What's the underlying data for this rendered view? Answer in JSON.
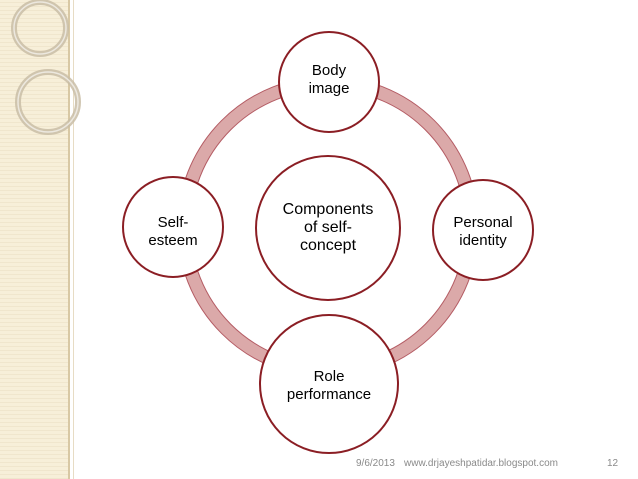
{
  "slide": {
    "background": "#ffffff",
    "sidebar_color": "#f7efd9"
  },
  "diagram": {
    "center": {
      "lines": [
        "Components",
        "of self-",
        "concept"
      ]
    },
    "nodes": {
      "top": {
        "lines": [
          "Body",
          "image"
        ]
      },
      "right": {
        "lines": [
          "Personal",
          "identity"
        ]
      },
      "bottom": {
        "lines": [
          "Role",
          "performance"
        ]
      },
      "left": {
        "lines": [
          "Self-",
          "esteem"
        ]
      }
    },
    "ring_color": "#dba9a9",
    "node_border_color": "#8b1e24"
  },
  "footer": {
    "date": "9/6/2013",
    "url": "www.drjayeshpatidar.blogspot.com",
    "page_number": "12"
  }
}
